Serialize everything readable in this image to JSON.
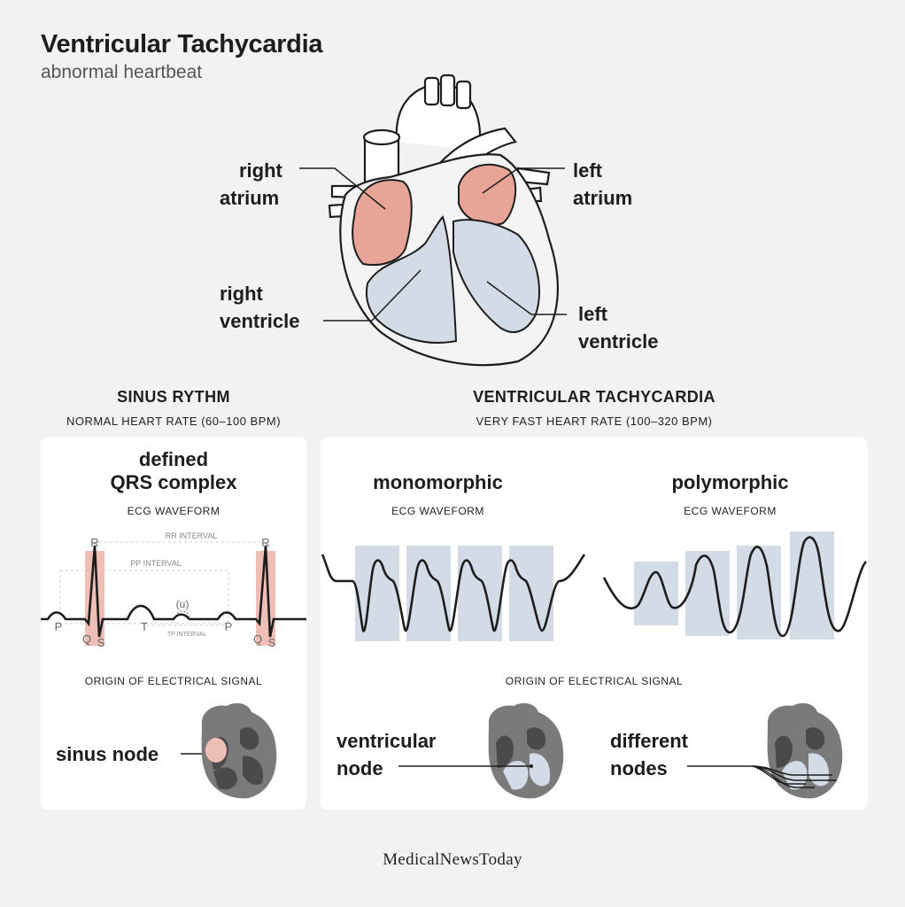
{
  "header": {
    "title": "Ventricular Tachycardia",
    "subtitle": "abnormal heartbeat"
  },
  "heart_labels": {
    "right_atrium_l1": "right",
    "right_atrium_l2": "atrium",
    "left_atrium_l1": "left",
    "left_atrium_l2": "atrium",
    "right_ventricle_l1": "right",
    "right_ventricle_l2": "ventricle",
    "left_ventricle_l1": "left",
    "left_ventricle_l2": "ventricle"
  },
  "sinus": {
    "heading": "SINUS RYTHM",
    "subheading": "NORMAL HEART RATE (60–100 BPM)",
    "panel_title_l1": "defined",
    "panel_title_l2": "QRS complex",
    "waveform_caption": "ECG WAVEFORM",
    "ecg_labels": {
      "rr": "RR INTERVAL",
      "pp": "PP INTERVAL",
      "tp": "TP INTERVAL",
      "r": "R",
      "p": "P",
      "q": "Q",
      "s": "S",
      "t": "T",
      "u": "(u)"
    },
    "origin_caption": "ORIGIN OF ELECTRICAL SIGNAL",
    "node_label": "sinus node"
  },
  "vt": {
    "heading": "VENTRICULAR TACHYCARDIA",
    "subheading": "VERY FAST HEART RATE (100–320 BPM)",
    "mono_title": "monomorphic",
    "poly_title": "polymorphic",
    "waveform_caption": "ECG WAVEFORM",
    "origin_caption": "ORIGIN OF ELECTRICAL SIGNAL",
    "mono_node_l1": "ventricular",
    "mono_node_l2": "node",
    "poly_node_l1": "different",
    "poly_node_l2": "nodes"
  },
  "footer": {
    "logo": "MedicalNewsToday"
  },
  "colors": {
    "atrium": "#e8a597",
    "ventricle": "#d3dce6",
    "highlight": "#efbfb5",
    "bg": "#f3f2f1"
  }
}
